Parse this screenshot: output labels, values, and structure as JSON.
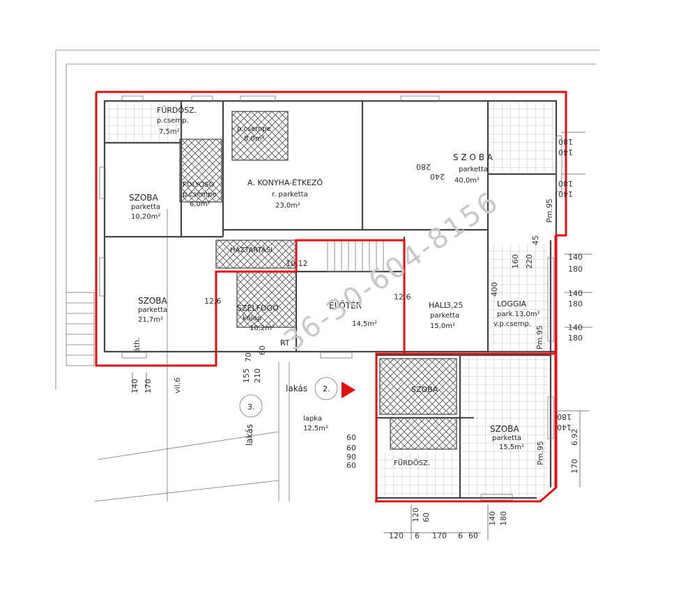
{
  "rooms": [
    {
      "id": "furdo",
      "name": "FÜRDŐSZ.",
      "floor": "p.csemp.",
      "area": "7,5m²"
    },
    {
      "id": "kamra",
      "name": "",
      "floor": "p.csempe",
      "area": "8,0m²"
    },
    {
      "id": "szoba1",
      "name": "SZOBA",
      "floor": "parketta",
      "area": "10,20m²"
    },
    {
      "id": "folyoso",
      "name": "FOLYOSÓ",
      "floor": "p.csempe",
      "area": "6,0m²"
    },
    {
      "id": "konyha",
      "name": "A. KONYHA-ÉTKEZŐ",
      "floor": "r. parketta",
      "area": "23,0m²"
    },
    {
      "id": "szoba2",
      "name": "S Z O B A",
      "floor": "parketta",
      "area": "40,0m²"
    },
    {
      "id": "haztartasi",
      "name": "HÁZTARTÁSI",
      "floor": "",
      "area": ""
    },
    {
      "id": "szoba3",
      "name": "SZOBA",
      "floor": "parketta",
      "area": "21,7m²"
    },
    {
      "id": "szelfogo",
      "name": "SZÉLFOGÓ",
      "floor": "kőlap",
      "area": "10,2m²"
    },
    {
      "id": "eloter",
      "name": "ELŐTÉR",
      "floor": "",
      "area": "14,5m²"
    },
    {
      "id": "hall",
      "name": "HALL",
      "floor": "parketta",
      "area": "15,0m²"
    },
    {
      "id": "loggia",
      "name": "LOGGIA",
      "floor": "v.p.csemp.",
      "area": "park.13,0m²"
    },
    {
      "id": "szoba4",
      "name": "SZOBA",
      "floor": "parketta",
      "area": "15,5m²"
    },
    {
      "id": "lepcso",
      "name": "",
      "floor": "lapka",
      "area": "12,5m²"
    },
    {
      "id": "furdo2",
      "name": "FÜRDŐSZ.",
      "floor": "",
      "area": ""
    },
    {
      "id": "folyoso2",
      "name": "SZOBA",
      "floor": "",
      "area": ""
    }
  ],
  "labels": {
    "lakas": "lakás",
    "lakas2": "lakás",
    "circle2": "2.",
    "circle3": "3.",
    "rt": "RT",
    "pm95a": "Pm.95",
    "pm95b": "Pm.95",
    "pm95c": "Pm.95",
    "ath": "áth.",
    "vil": "vil.6",
    "dimA": "12,6",
    "dimB": "12,6",
    "dimC": "10,12",
    "dimD": "3,25",
    "dimE": "400",
    "dimF": "160",
    "dimG": "220",
    "dimH": "45",
    "dimI": "280",
    "dimJ": "240",
    "dimK": "70",
    "dimL": "60",
    "dimM": "155",
    "dimN": "210",
    "dimO": "60",
    "dimP": "60",
    "dimQ": "90",
    "dimR": "60",
    "dimS": "6.92",
    "dimT": "170"
  },
  "dims_right": [
    "180",
    "140",
    "180",
    "140",
    "140",
    "180",
    "140",
    "180",
    "140",
    "180",
    "180",
    "140"
  ],
  "dims_bottom_left": [
    "140",
    "170"
  ],
  "dims_bottom": [
    "120",
    "6",
    "170",
    "6",
    "60"
  ],
  "dims_bottom_b": [
    "120",
    "60",
    "140",
    "180"
  ],
  "watermark": "36-30-604-8156",
  "colors": {
    "outline": "#e01010",
    "marker": "#e01010",
    "ink": "#333333"
  }
}
